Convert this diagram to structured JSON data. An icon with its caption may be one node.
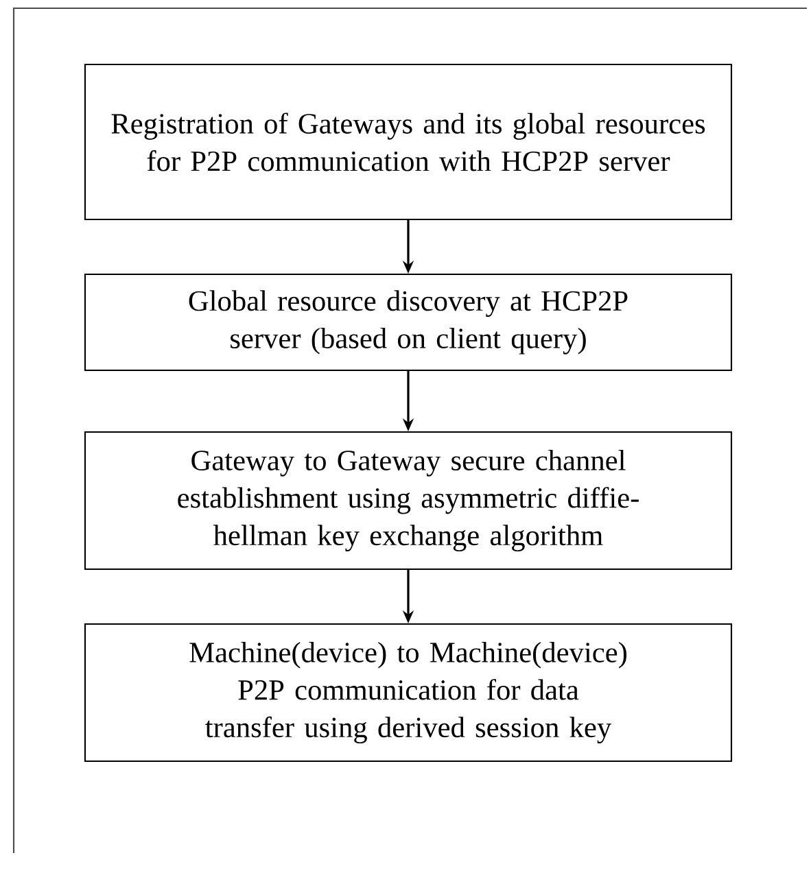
{
  "diagram": {
    "nodes": [
      {
        "text": [
          "Registration of Gateways and its global resources for P2P communication with HCP2P server"
        ]
      },
      {
        "text": [
          "Global resource discovery at HCP2P server (based on client query)"
        ]
      },
      {
        "text": [
          "Gateway to Gateway secure channel establishment using asymmetric diffie-hellman key exchange algorithm"
        ]
      },
      {
        "text": [
          "Machine(device) to Machine(device) P2P communication for data transfer using derived session key"
        ]
      }
    ],
    "edges": [
      {
        "from": 0,
        "to": 1,
        "arrow": "to"
      },
      {
        "from": 1,
        "to": 2,
        "arrow": "to"
      },
      {
        "from": 2,
        "to": 3,
        "arrow": "to"
      }
    ]
  }
}
